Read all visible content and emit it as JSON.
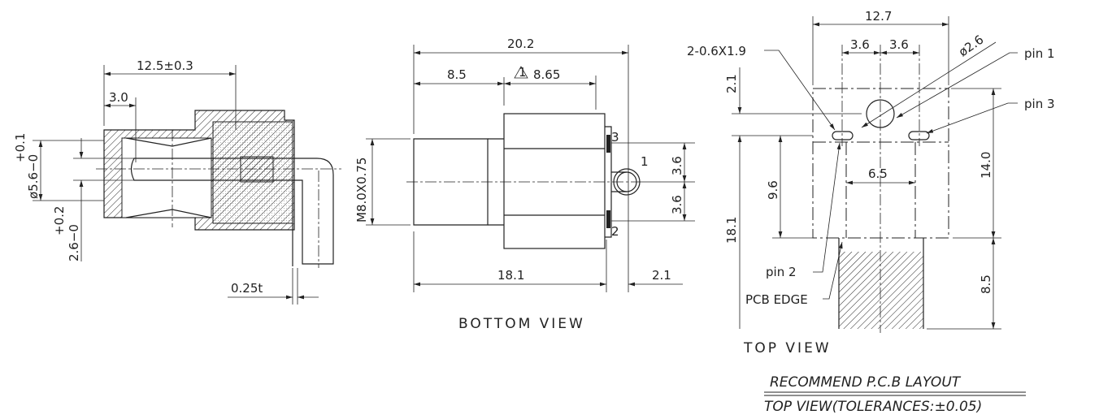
{
  "side_view": {
    "dim_length": "12.5±0.3",
    "dim_thread_start": "3.0",
    "dim_bore_tol_upper": "+0.1",
    "dim_bore": "ø5.6−0",
    "dim_pin_tol_upper": "+0.2",
    "dim_pin": "2.6−0",
    "dim_thickness": "0.25t"
  },
  "bottom_view": {
    "dim_overall": "20.2",
    "dim_thread": "8.5",
    "dim_body_flag": "1",
    "dim_body": "8.65",
    "dim_thread_size": "M8.0X0.75",
    "dim_pin_spacing_top": "3.6",
    "dim_pin_spacing_bottom": "3.6",
    "dim_body_length": "18.1",
    "dim_pin_offset": "2.1",
    "pin_label_1": "1",
    "pin_label_2": "2",
    "pin_label_3": "3",
    "caption": "BOTTOM VIEW"
  },
  "top_view": {
    "dim_width": "12.7",
    "dim_pin_left": "3.6",
    "dim_pin_right": "3.6",
    "dim_hole_dia": "ø2.6",
    "dim_slot": "2-0.6X1.9",
    "dim_hole_offset": "2.1",
    "dim_body_height": "14.0",
    "dim_slot_to_edge": "9.6",
    "dim_total": "18.1",
    "dim_thread_width": "6.5",
    "dim_thread_length": "8.5",
    "pin_1": "pin 1",
    "pin_2": "pin 2",
    "pin_3": "pin 3",
    "pcb_edge": "PCB EDGE",
    "caption": "TOP VIEW"
  },
  "notes": {
    "line1": "RECOMMEND P.C.B LAYOUT",
    "line2": "TOP VIEW(TOLERANCES:±0.05)"
  }
}
